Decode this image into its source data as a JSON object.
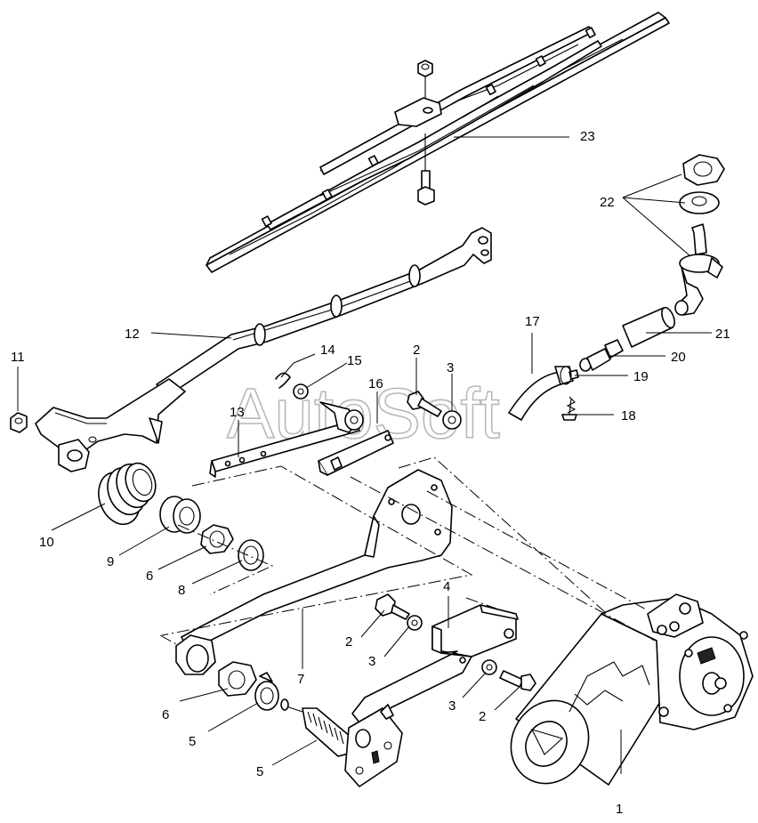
{
  "watermark": "AutoSoft",
  "callouts": [
    "1",
    "2",
    "3",
    "4",
    "5",
    "6",
    "7",
    "8",
    "9",
    "10",
    "11",
    "12",
    "13",
    "14",
    "15",
    "16",
    "17",
    "18",
    "19",
    "20",
    "21",
    "22",
    "23"
  ],
  "icons": [
    "wiper-blade",
    "wiper-arm",
    "wiper-motor",
    "washer-hose",
    "washer-nozzle",
    "mounting-bracket",
    "crank-lever",
    "link-rod"
  ]
}
